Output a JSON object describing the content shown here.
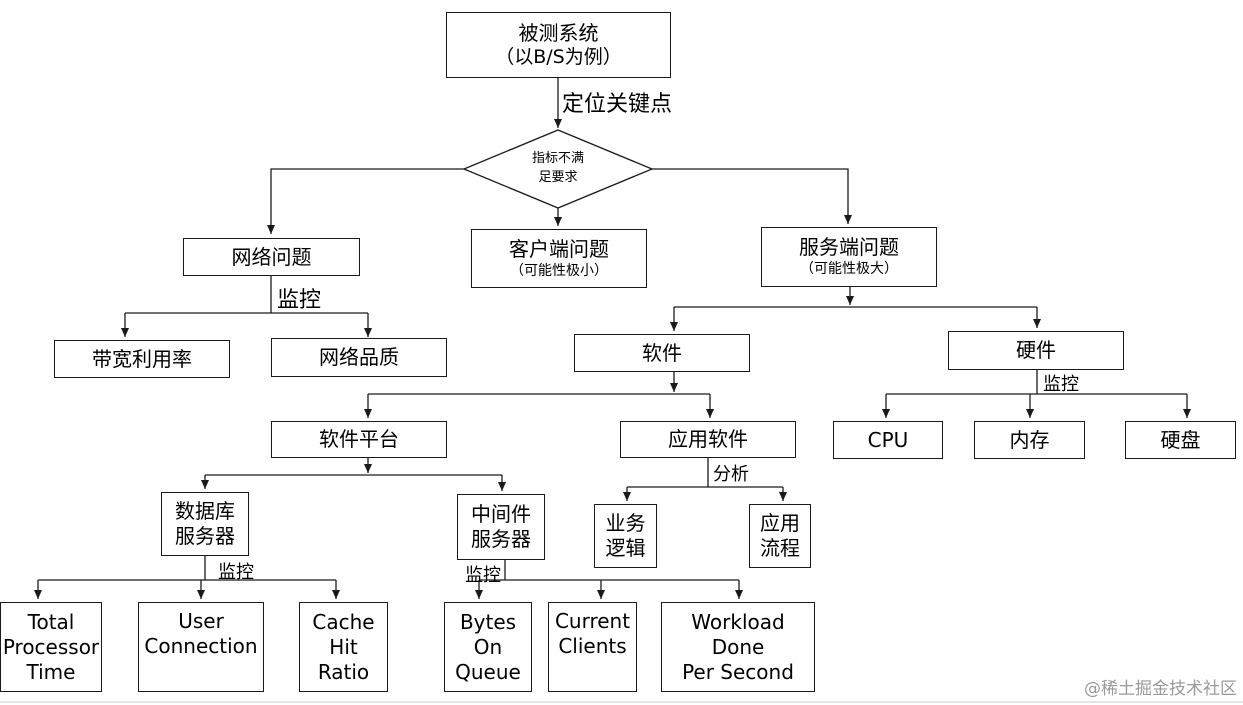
{
  "root": {
    "line1": "被测系统",
    "line2": "（以B/S为例）"
  },
  "step_label": "定位关键点",
  "decision": {
    "line1": "指标不满",
    "line2": "足要求"
  },
  "network": {
    "title": "网络问题",
    "monitor_label": "监控",
    "children": [
      "带宽利用率",
      "网络品质"
    ]
  },
  "client": {
    "title": "客户端问题",
    "note": "（可能性极小）"
  },
  "server": {
    "title": "服务端问题",
    "note": "（可能性极大）"
  },
  "software": {
    "title": "软件"
  },
  "hardware": {
    "title": "硬件",
    "monitor_label": "监控",
    "children": [
      "CPU",
      "内存",
      "硬盘"
    ]
  },
  "software_platform": {
    "title": "软件平台"
  },
  "application": {
    "title": "应用软件",
    "analysis_label": "分析",
    "children": [
      {
        "line1": "业务",
        "line2": "逻辑"
      },
      {
        "line1": "应用",
        "line2": "流程"
      }
    ]
  },
  "db_server": {
    "line1": "数据库",
    "line2": "服务器",
    "monitor_label": "监控",
    "metrics": [
      [
        "Total",
        "Processor",
        "Time"
      ],
      [
        "User",
        "Connection"
      ],
      [
        "Cache",
        "Hit",
        "Ratio"
      ]
    ]
  },
  "middleware": {
    "line1": "中间件",
    "line2": "服务器",
    "monitor_label": "监控",
    "metrics": [
      [
        "Bytes",
        "On",
        "Queue"
      ],
      [
        "Current",
        "Clients"
      ],
      [
        "Workload",
        "Done",
        "Per Second"
      ]
    ]
  },
  "watermark": "@稀土掘金技术社区",
  "colors": {
    "line": "#1a1a1a",
    "watermark": "#9a9a9a",
    "background": "#ffffff"
  }
}
